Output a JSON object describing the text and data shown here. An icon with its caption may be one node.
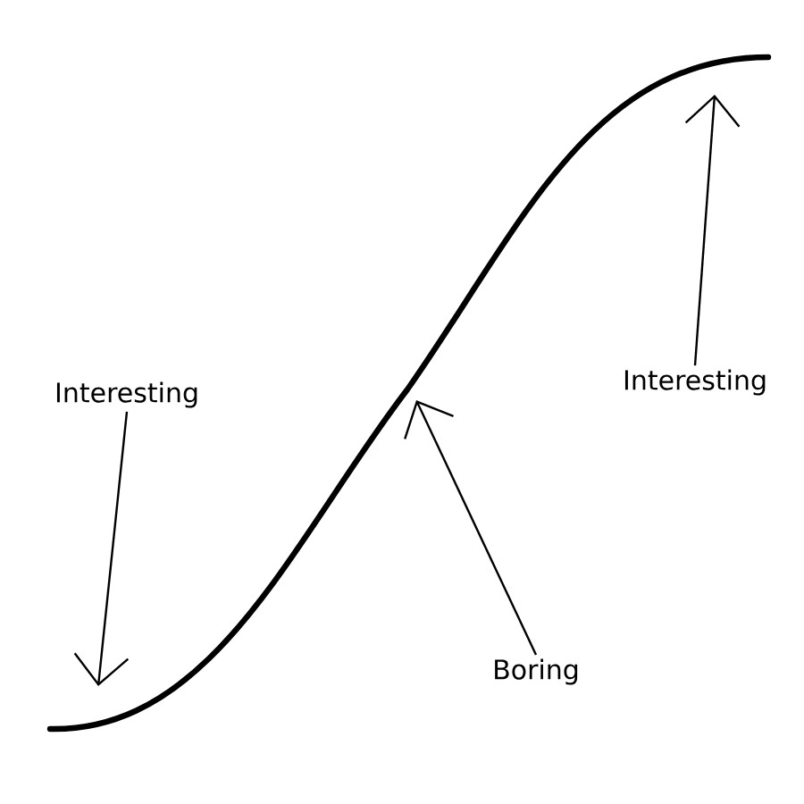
{
  "diagram": {
    "nodes": [
      {
        "text": [
          "Interesting"
        ]
      },
      {
        "text": [
          "Interesting"
        ]
      },
      {
        "text": [
          "Boring"
        ]
      }
    ],
    "edges": [
      {
        "from": 0,
        "to": null,
        "arrow": "to"
      },
      {
        "from": 1,
        "to": null,
        "arrow": "to"
      },
      {
        "from": 2,
        "to": null,
        "arrow": "to"
      }
    ]
  }
}
